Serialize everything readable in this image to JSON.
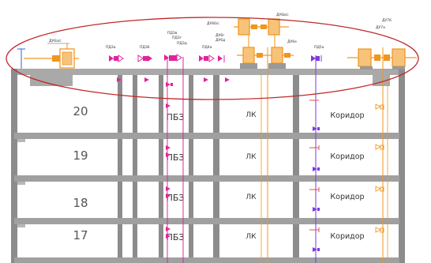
{
  "drawing": {
    "floors": [
      "20",
      "19",
      "18",
      "17"
    ],
    "stair_label": "ПБЗ",
    "lobby_label": "ЛК",
    "corridor_label": "Коридор",
    "roof_tags": {
      "fan_left": "ДУ6а/с",
      "damper_1": "ПД3а",
      "damper_2": "ПД3б",
      "damper_3": "ПД3в",
      "damper_4": "ПД3г",
      "damper_5": "ПД3д",
      "damper_6": "ПД4а",
      "fan_c1": "ДУ6б/с",
      "fan_c2": "ДУ6в/с",
      "fan_c3": "ДУ6г",
      "fan_c4": "ДУ6д",
      "fan_c5": "ДУ6е",
      "violet_tag": "ПД5а",
      "fan_right1": "ДУ7а",
      "fan_right2": "ДУ7б"
    },
    "colors": {
      "orange": "#f0961e",
      "magenta": "#e0249c",
      "violet": "#7a3be0",
      "red_note": "#c0282a",
      "wall": "#8a8a8a",
      "roof_slab": "#a6a6a6"
    }
  }
}
